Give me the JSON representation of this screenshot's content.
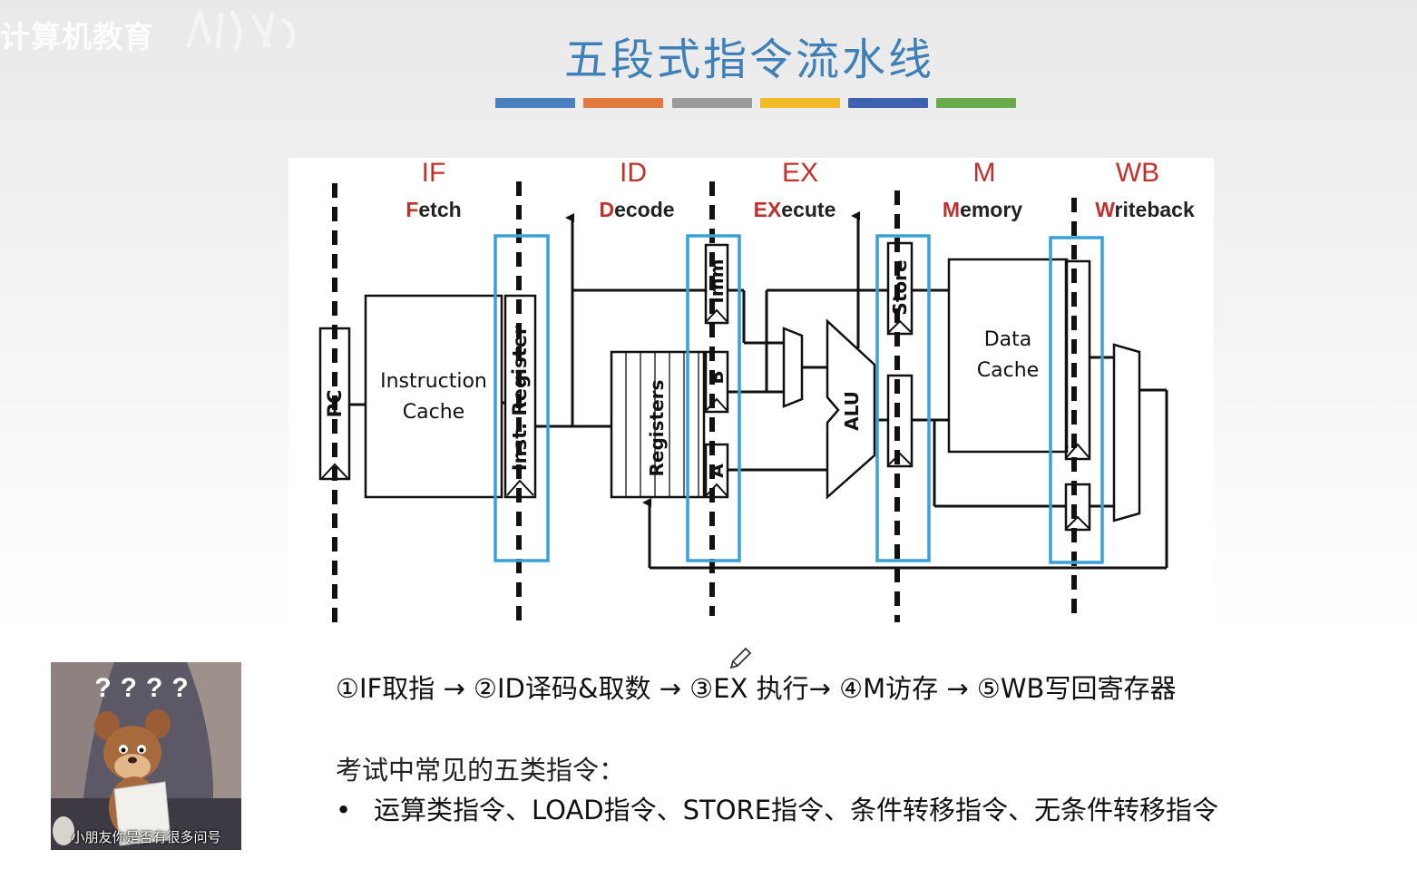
{
  "watermark": {
    "text": "计算机教育"
  },
  "title": "五段式指令流水线",
  "colors": {
    "title": "#3f80b9",
    "stage_label": "#c0312c",
    "highlight_box": "#3aa0d8",
    "bar_segments": [
      "#4a7fbe",
      "#e07a3e",
      "#9a9a9a",
      "#f1bb2a",
      "#3e62b0",
      "#6aab4e"
    ]
  },
  "diagram": {
    "stages": [
      {
        "abbr": "IF",
        "first": "F",
        "rest": "etch"
      },
      {
        "abbr": "ID",
        "first": "D",
        "rest": "ecode"
      },
      {
        "abbr": "EX",
        "first": "EX",
        "rest": "ecute"
      },
      {
        "abbr": "M",
        "first": "M",
        "rest": "emory"
      },
      {
        "abbr": "WB",
        "first": "W",
        "rest": "riteback"
      }
    ],
    "blocks": {
      "pc": "PC",
      "icache_line1": "Instruction",
      "icache_line2": "Cache",
      "inst_reg": "Inst. Register",
      "registers": "Registers",
      "imm": "Imm",
      "b": "B",
      "a": "A",
      "alu": "ALU",
      "store": "Store",
      "dcache_line1": "Data",
      "dcache_line2": "Cache"
    }
  },
  "flow_text": "①IF取指 → ②ID译码&取数 → ③EX 执行→ ④M访存 → ⑤WB写回寄存器",
  "subtitle": "考试中常见的五类指令：",
  "bullet": {
    "marker": "•",
    "text": "运算类指令、LOAD指令、STORE指令、条件转移指令、无条件转移指令"
  },
  "meme": {
    "marks": "????",
    "caption": "小朋友你是否有很多问号"
  },
  "icons": [
    "pencil-icon"
  ]
}
